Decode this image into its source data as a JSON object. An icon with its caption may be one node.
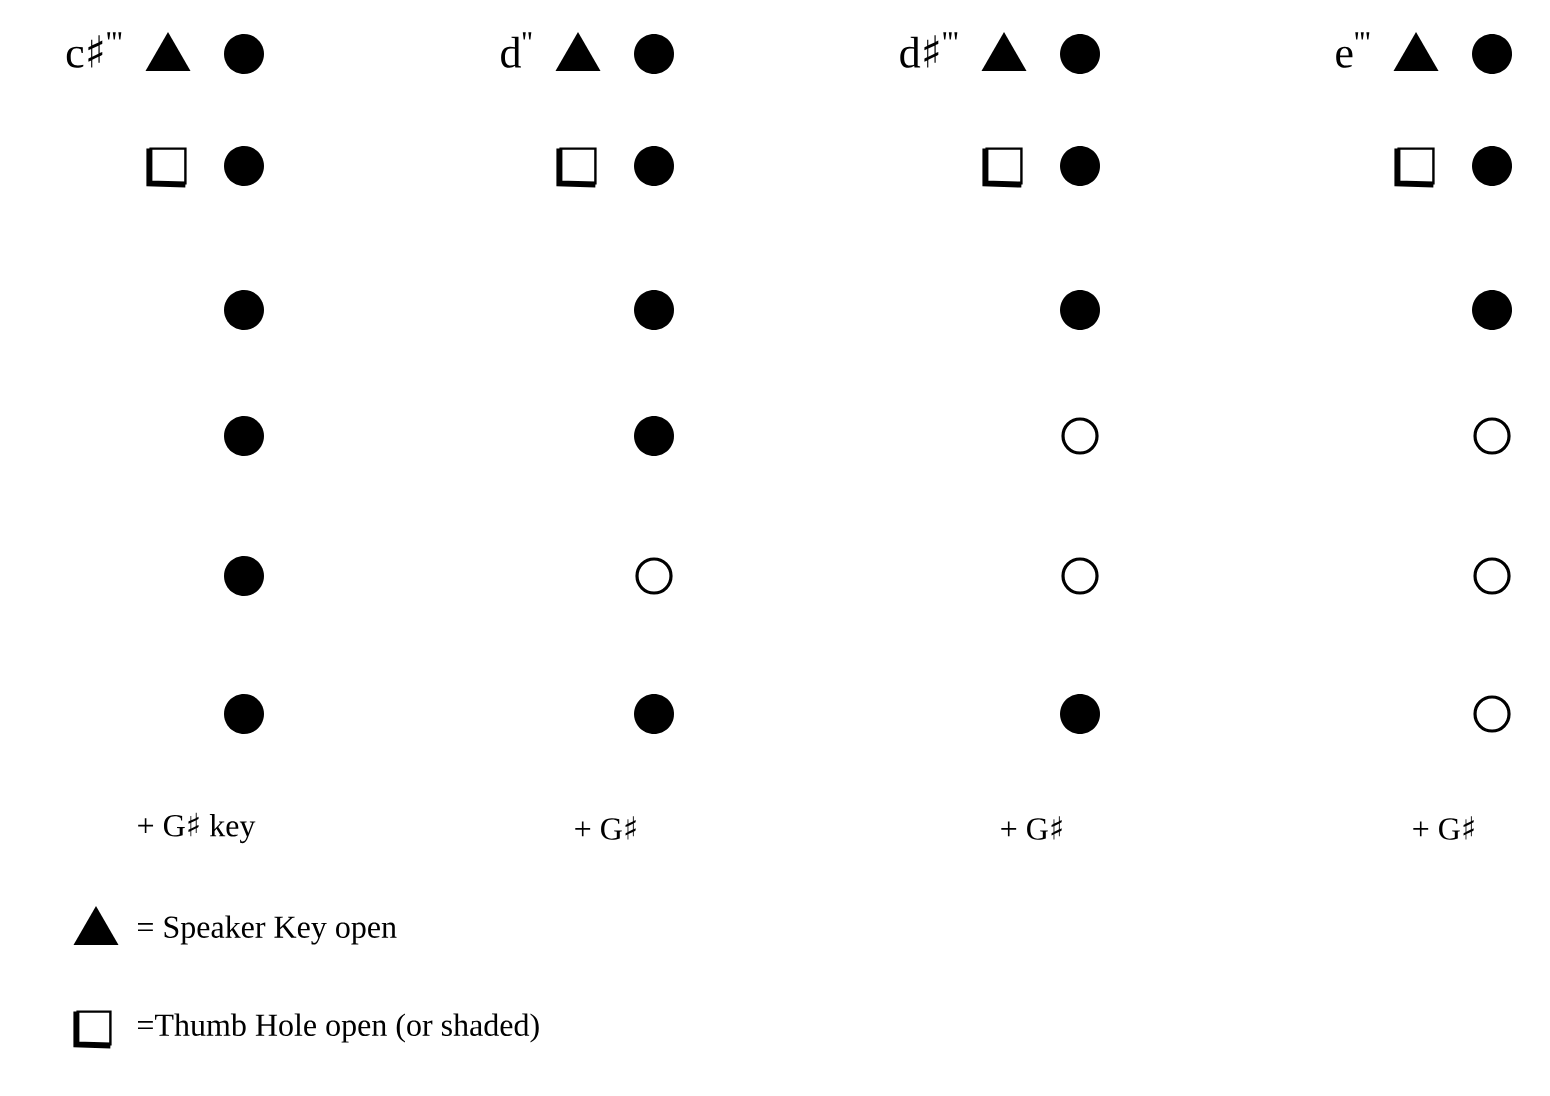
{
  "diagram": {
    "nodes": [
      {
        "text": [],
        "shape": "triangle"
      },
      {
        "text": [],
        "shape": "dot"
      },
      {
        "text": [],
        "shape": "box"
      },
      {
        "text": [],
        "shape": "dot"
      },
      {
        "text": [],
        "shape": "dot"
      },
      {
        "text": [],
        "shape": "dot"
      },
      {
        "text": [],
        "shape": "dot"
      },
      {
        "text": [],
        "shape": "dot"
      },
      {
        "text": [],
        "shape": "triangle"
      },
      {
        "text": [],
        "shape": "dot"
      },
      {
        "text": [],
        "shape": "box"
      },
      {
        "text": [],
        "shape": "dot"
      },
      {
        "text": [],
        "shape": "dot"
      },
      {
        "text": [],
        "shape": "dot"
      },
      {
        "text": [],
        "shape": "circle"
      },
      {
        "text": [],
        "shape": "dot"
      },
      {
        "text": [],
        "shape": "triangle"
      },
      {
        "text": [],
        "shape": "dot"
      },
      {
        "text": [],
        "shape": "box"
      },
      {
        "text": [],
        "shape": "dot"
      },
      {
        "text": [],
        "shape": "dot"
      },
      {
        "text": [],
        "shape": "circle"
      },
      {
        "text": [],
        "shape": "circle"
      },
      {
        "text": [],
        "shape": "dot"
      },
      {
        "text": [],
        "shape": "triangle"
      },
      {
        "text": [],
        "shape": "dot"
      },
      {
        "text": [],
        "shape": "box"
      },
      {
        "text": [],
        "shape": "dot"
      },
      {
        "text": [],
        "shape": "dot"
      },
      {
        "text": [],
        "shape": "circle"
      },
      {
        "text": [],
        "shape": "circle"
      },
      {
        "text": [],
        "shape": "circle"
      }
    ],
    "labels": [
      "c♯$^{'''}$",
      "d$^{''}$",
      "d♯$^{'''}$",
      "e$^{'''}$",
      "+ G♯ key",
      "+ G♯",
      "+ G♯",
      "+ G♯"
    ],
    "legend": [
      {
        "text": "= Speaker Key open"
      },
      {
        "text": "=Thumb Hole open (or shaded)"
      }
    ]
  }
}
